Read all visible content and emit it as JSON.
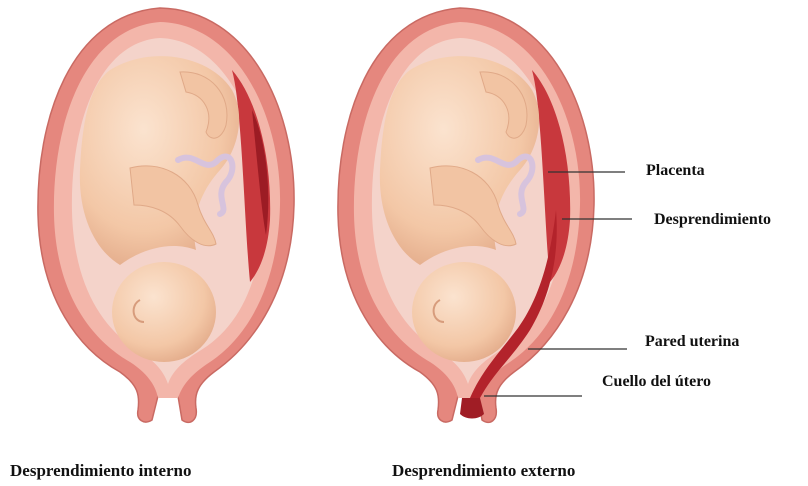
{
  "diagram": {
    "labels": {
      "placenta": "Placenta",
      "detachment": "Desprendimiento",
      "uterine_wall": "Pared uterina",
      "cervix": "Cuello del útero"
    },
    "captions": {
      "internal": "Desprendimiento interno",
      "external": "Desprendimiento externo"
    },
    "colors": {
      "uterus_wall": "#e8877f",
      "uterus_inner": "#f4c3b8",
      "cavity": "#f2cdc4",
      "placenta": "#c93a3e",
      "blood": "#b3232b",
      "fetus_skin": "#f6d1b3",
      "fetus_shadow": "#e6b494",
      "cord": "#d9c7de",
      "leader_line": "#333333"
    }
  }
}
